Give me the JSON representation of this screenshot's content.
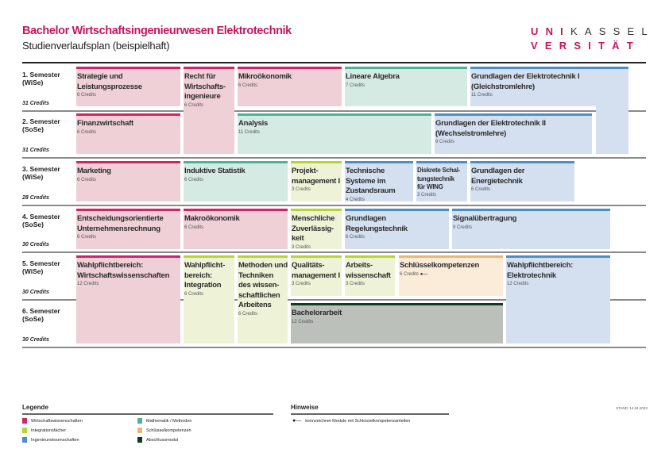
{
  "header": {
    "title": "Bachelor Wirtschaftsingenieurwesen Elektrotechnik",
    "subtitle": "Studienverlaufsplan (beispielhaft)",
    "logo_line1_a": "UNI",
    "logo_line1_b": "KASSEL",
    "logo_line2": "VERSITÄT"
  },
  "semesters": [
    {
      "label": "1. Semester\n(WiSe)",
      "credits": "31 Credits"
    },
    {
      "label": "2. Semester\n(SoSe)",
      "credits": "31 Credits"
    },
    {
      "label": "3. Semester\n(WiSe)",
      "credits": "28 Credits"
    },
    {
      "label": "4. Semester\n(SoSe)",
      "credits": "30 Credits"
    },
    {
      "label": "5. Semester\n(WiSe)",
      "credits": "30 Credits"
    },
    {
      "label": "6. Semester\n(SoSe)",
      "credits": "30 Credits"
    }
  ],
  "colors": {
    "wiwi": {
      "bar": "#d0246a",
      "fill": "#efd0d6"
    },
    "math": {
      "bar": "#4cb39a",
      "fill": "#d6eae4"
    },
    "integ": {
      "bar": "#b8d432",
      "fill": "#eef3d8"
    },
    "ing": {
      "bar": "#4a8ecb",
      "fill": "#d4e0f0"
    },
    "key": {
      "bar": "#e8b772",
      "fill": "#faecd9"
    },
    "final": {
      "bar": "#0f3a24",
      "fill": "#bcc0bb"
    },
    "title": "#c8155f"
  },
  "modules": [
    {
      "title": "Strategie und\nLeistungsprozesse",
      "credits": "6 Credits",
      "category": "wiwi"
    },
    {
      "title": "Recht für\nWirtschafts-\ningenieure",
      "credits": "6 Credits",
      "category": "wiwi"
    },
    {
      "title": "Mikroökonomik",
      "credits": "6 Credits",
      "category": "wiwi"
    },
    {
      "title": "Lineare Algebra",
      "credits": "7 Credits",
      "category": "math"
    },
    {
      "title": "Grundlagen der Elektrotechnik I\n(Gleichstromlehre)",
      "credits": "11 Credits",
      "category": "ing"
    },
    {
      "title": "Finanzwirtschaft",
      "credits": "6 Credits",
      "category": "wiwi"
    },
    {
      "title": "Analysis",
      "credits": "11 Credits",
      "category": "math"
    },
    {
      "title": "Grundlagen der Elektrotechnik II\n(Wechselstromlehre)",
      "credits": "9 Credits",
      "category": "ing"
    },
    {
      "title": "Marketing",
      "credits": "6 Credits",
      "category": "wiwi"
    },
    {
      "title": "Induktive Statistik",
      "credits": "6 Credits",
      "category": "math"
    },
    {
      "title": "Projekt-\nmanagement I",
      "credits": "3 Credits",
      "category": "integ"
    },
    {
      "title": "Technische\nSysteme im\nZustandsraum",
      "credits": "4 Credits",
      "category": "ing"
    },
    {
      "title": "Diskrete Schal-\ntungstechnik\nfür WING",
      "credits": "3 Credits",
      "category": "ing"
    },
    {
      "title": "Grundlagen der\nEnergietechnik",
      "credits": "6 Credits",
      "category": "ing"
    },
    {
      "title": "Entscheidungsorientierte\nUnternehmensrechnung",
      "credits": "6 Credits",
      "category": "wiwi"
    },
    {
      "title": "Makroökonomik",
      "credits": "6 Credits",
      "category": "wiwi"
    },
    {
      "title": "Menschliche\nZuverlässig-\nkeit",
      "credits": "3 Credits",
      "category": "integ"
    },
    {
      "title": "Grundlagen\nRegelungstechnik",
      "credits": "6 Credits",
      "category": "ing"
    },
    {
      "title": "Signalübertragung",
      "credits": "9 Credits",
      "category": "ing"
    },
    {
      "title": "Wahlpflichtbereich:\nWirtschaftswissenschaften",
      "credits": "12 Credits",
      "category": "wiwi"
    },
    {
      "title": "Wahlpflicht-\nbereich:\nIntegration",
      "credits": "6 Credits",
      "category": "integ"
    },
    {
      "title": "Methoden und\nTechniken\ndes wissen-\nschaftlichen\nArbeitens",
      "credits": "6 Credits",
      "category": "integ"
    },
    {
      "title": "Qualitäts-\nmanagement I",
      "credits": "3 Credits",
      "category": "integ"
    },
    {
      "title": "Arbeits-\nwissenschaft",
      "credits": "3 Credits",
      "category": "integ"
    },
    {
      "title": "Schlüsselkompetenzen",
      "credits": "6 Credits",
      "category": "key",
      "icon": "key-icon"
    },
    {
      "title": "Wahlpflichtbereich:\nElektrotechnik",
      "credits": "12 Credits",
      "category": "ing"
    },
    {
      "title": "Bachelorarbeit",
      "credits": "12 Credits",
      "category": "final"
    }
  ],
  "legend": {
    "heading": "Legende",
    "items": [
      {
        "label": "Wirtschaftswissenschaften",
        "category": "wiwi"
      },
      {
        "label": "Integrationsfächer",
        "category": "integ"
      },
      {
        "label": "Ingenieurwissenschaften",
        "category": "ing"
      },
      {
        "label": "Mathematik / Methoden",
        "category": "math"
      },
      {
        "label": "Schlüsselkompetenzen",
        "category": "key"
      },
      {
        "label": "Abschlussmodul",
        "category": "final"
      }
    ]
  },
  "notes": {
    "heading": "Hinweise",
    "key_note": "kennzeichnet Module mit Schlüsselkompetenzanteilen"
  },
  "stand": "STAND: 14.04.2023"
}
